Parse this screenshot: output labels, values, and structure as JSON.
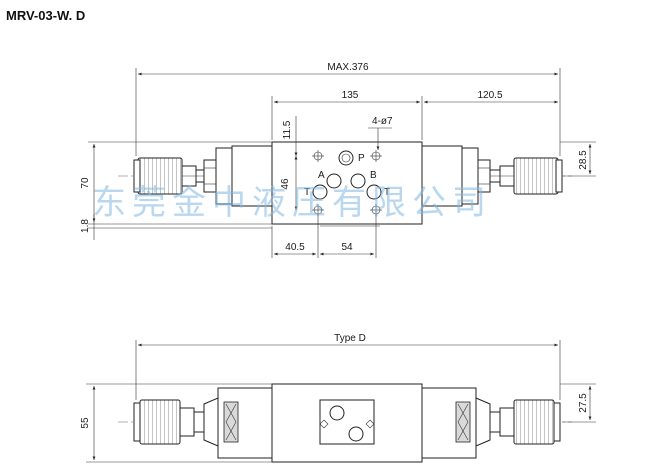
{
  "title": "MRV-03-W. D",
  "watermark": "东莞金中液压有限公司",
  "top_view": {
    "dimensions": {
      "max_length": "MAX.376",
      "body_width": "135",
      "knob_length": "120.5",
      "hole_spec": "4-ø7",
      "offset_top": "11.5",
      "height_total": "70",
      "height_port": "46",
      "offset_bottom": "1.8",
      "right_height": "28.5",
      "bottom_left": "40.5",
      "bottom_mid": "54"
    },
    "ports": {
      "p": "P",
      "a": "A",
      "b": "B",
      "t_left": "T",
      "t_right": "T"
    }
  },
  "side_view": {
    "type_label": "Type D",
    "height": "55",
    "right_height": "27.5"
  }
}
